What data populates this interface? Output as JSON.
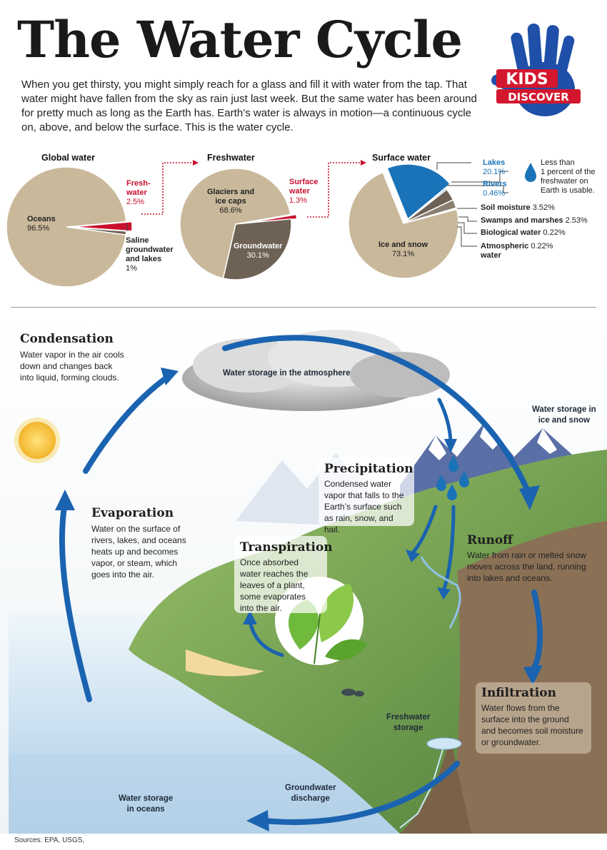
{
  "header": {
    "title": "The Water Cycle",
    "intro": "When you get thirsty, you might simply reach for a glass and fill it with water from the tap. That water might have fallen from the sky as rain just last week. But the same water has been around for pretty much as long as the Earth has. Earth’s water is always in motion—a continuous cycle on, above, and below the surface. This is the water cycle."
  },
  "logo": {
    "line1": "KIDS",
    "line2": "DISCOVER"
  },
  "chart_data": [
    {
      "type": "pie",
      "title": "Global water",
      "slices": [
        {
          "name": "Oceans",
          "value": 96.5,
          "label": "96.5%"
        },
        {
          "name": "Fresh-water",
          "value": 2.5,
          "label": "2.5%"
        },
        {
          "name": "Saline groundwater and lakes",
          "value": 1,
          "label": "1%"
        }
      ]
    },
    {
      "type": "pie",
      "title": "Freshwater",
      "slices": [
        {
          "name": "Glaciers and ice caps",
          "value": 68.6,
          "label": "68.6%"
        },
        {
          "name": "Groundwater",
          "value": 30.1,
          "label": "30.1%"
        },
        {
          "name": "Surface water",
          "value": 1.3,
          "label": "1.3%"
        }
      ]
    },
    {
      "type": "pie",
      "title": "Surface water",
      "slices": [
        {
          "name": "Ice and snow",
          "value": 73.1,
          "label": "73.1%"
        },
        {
          "name": "Lakes",
          "value": 20.1,
          "label": "20.1%"
        },
        {
          "name": "Rivers",
          "value": 0.46,
          "label": "0.46%"
        },
        {
          "name": "Soil moisture",
          "value": 3.52,
          "label": "3.52%"
        },
        {
          "name": "Swamps and marshes",
          "value": 2.53,
          "label": "2.53%"
        },
        {
          "name": "Biological water",
          "value": 0.22,
          "label": "0.22%"
        },
        {
          "name": "Atmospheric water",
          "value": 0.22,
          "label": "0.22%"
        }
      ]
    }
  ],
  "pies": {
    "global": {
      "title": "Global water",
      "oceans": "Oceans",
      "oceans_pct": "96.5%",
      "fresh_1": "Fresh-",
      "fresh_2": "water",
      "fresh_pct": "2.5%",
      "saline_1": "Saline",
      "saline_2": "groundwater",
      "saline_3": "and lakes",
      "saline_pct": "1%"
    },
    "fresh": {
      "title": "Freshwater",
      "glaciers_1": "Glaciers and",
      "glaciers_2": "ice caps",
      "glaciers_pct": "68.6%",
      "ground": "Groundwater",
      "ground_pct": "30.1%",
      "surface_1": "Surface",
      "surface_2": "water",
      "surface_pct": "1.3%"
    },
    "surface": {
      "title": "Surface water",
      "ice": "Ice and snow",
      "ice_pct": "73.1%",
      "lakes": "Lakes",
      "lakes_pct": "20.1%",
      "rivers": "Rivers",
      "rivers_pct": "0.46%",
      "note_1": "Less than",
      "note_2": "1 percent of the",
      "note_3": "freshwater on",
      "note_4": "Earth is usable.",
      "soil": "Soil moisture",
      "soil_pct": "3.52%",
      "swamps": "Swamps and marshes",
      "swamps_pct": "2.53%",
      "bio": "Biological water",
      "bio_pct": "0.22%",
      "atmo_1": "Atmospheric",
      "atmo_2": "water",
      "atmo_pct": "0.22%"
    }
  },
  "cycle": {
    "condensation": {
      "title": "Condensation",
      "text": "Water vapor in the air cools down and changes back into liquid, forming clouds."
    },
    "evaporation": {
      "title": "Evaporation",
      "text": "Water on the surface of rivers, lakes, and oceans heats up and becomes vapor, or steam, which goes into the air."
    },
    "precipitation": {
      "title": "Precipitation",
      "text": "Condensed water vapor that falls to the Earth’s surface such as rain, snow, and hail."
    },
    "transpiration": {
      "title": "Transpiration",
      "text": "Once absorbed water reaches the leaves of a plant, some evaporates into the air."
    },
    "runoff": {
      "title": "Runoff",
      "text": "Water from rain or melted snow moves across the land, running into lakes and oceans."
    },
    "infiltration": {
      "title": "Infiltration",
      "text": "Water flows from the surface into the ground and becomes soil moisture or groundwater."
    }
  },
  "places": {
    "atmosphere": "Water storage in the atmosphere",
    "ice_1": "Water storage in",
    "ice_2": "ice and snow",
    "fresh_1": "Freshwater",
    "fresh_2": "storage",
    "discharge_1": "Groundwater",
    "discharge_2": "discharge",
    "oceans_1": "Water storage",
    "oceans_2": "in oceans"
  },
  "footer": {
    "sources": "Sources: EPA, USGS,"
  },
  "colors": {
    "tan": "#c9b89a",
    "brown": "#6e6254",
    "red": "#c8102e",
    "blue": "#1a73b8",
    "arrow": "#1a63b0"
  }
}
